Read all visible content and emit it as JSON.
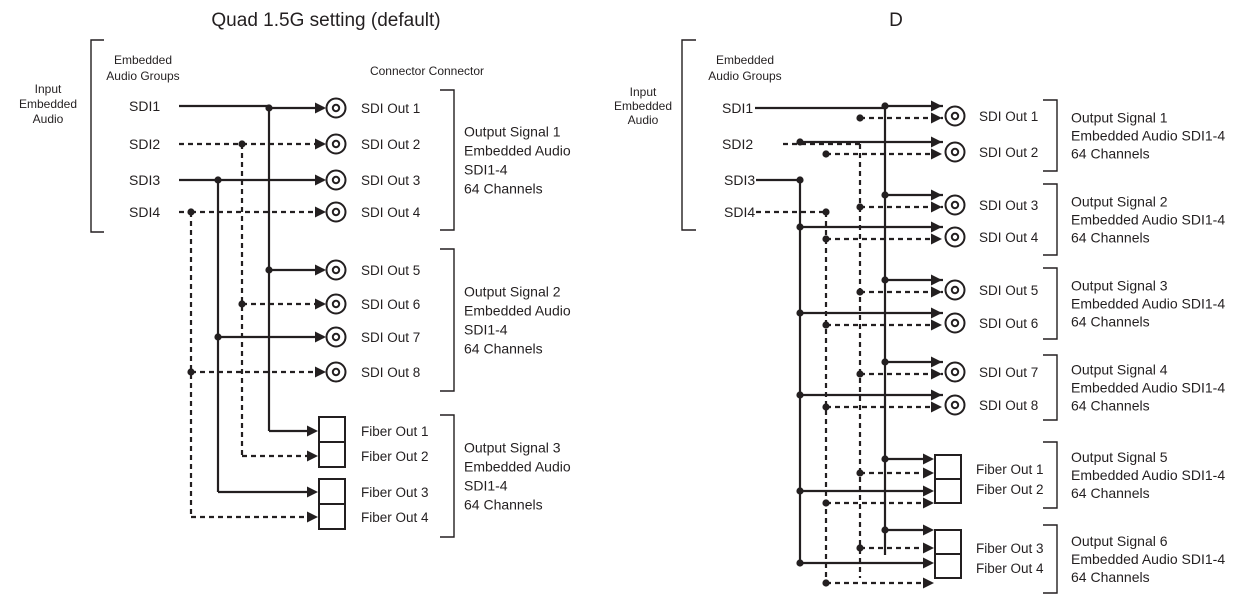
{
  "left_panel": {
    "title": "Quad 1.5G setting (default)",
    "input_label_lines": [
      "Input",
      "Embedded",
      "Audio"
    ],
    "groups_label_lines": [
      "Embedded",
      "Audio Groups"
    ],
    "connector_header": "Connector Connector",
    "sources": [
      "SDI1",
      "SDI2",
      "SDI3",
      "SDI4"
    ],
    "sdi_outputs": [
      "SDI Out 1",
      "SDI Out 2",
      "SDI Out 3",
      "SDI Out 4",
      "SDI Out 5",
      "SDI Out 6",
      "SDI Out 7",
      "SDI Out 8"
    ],
    "fiber_outputs": [
      "Fiber Out 1",
      "Fiber Out 2",
      "Fiber Out 3",
      "Fiber Out 4"
    ],
    "signals": [
      [
        "Output Signal 1",
        "Embedded Audio",
        "SDI1-4",
        "64 Channels"
      ],
      [
        "Output Signal 2",
        "Embedded Audio",
        "SDI1-4",
        "64 Channels"
      ],
      [
        "Output Signal 3",
        "Embedded Audio",
        "SDI1-4",
        "64 Channels"
      ]
    ]
  },
  "right_panel": {
    "title": "D",
    "input_label_lines": [
      "Input",
      "Embedded",
      "Audio"
    ],
    "groups_label_lines": [
      "Embedded",
      "Audio Groups"
    ],
    "sources": [
      "SDI1",
      "SDI2",
      "SDI3",
      "SDI4"
    ],
    "sdi_outputs": [
      "SDI Out 1",
      "SDI Out 2",
      "SDI Out 3",
      "SDI Out 4",
      "SDI Out 5",
      "SDI Out 6",
      "SDI Out 7",
      "SDI Out 8"
    ],
    "fiber_outputs": [
      "Fiber Out 1",
      "Fiber Out 2",
      "Fiber Out 3",
      "Fiber Out 4"
    ],
    "signals": [
      [
        "Output Signal 1",
        "Embedded Audio SDI1-4",
        "64 Channels"
      ],
      [
        "Output Signal 2",
        "Embedded Audio SDI1-4",
        "64 Channels"
      ],
      [
        "Output Signal 3",
        "Embedded Audio SDI1-4",
        "64 Channels"
      ],
      [
        "Output Signal 4",
        "Embedded Audio SDI1-4",
        "64 Channels"
      ],
      [
        "Output Signal 5",
        "Embedded Audio SDI1-4",
        "64 Channels"
      ],
      [
        "Output Signal 6",
        "Embedded Audio SDI1-4",
        "64 Channels"
      ]
    ]
  },
  "line_styles": {
    "SDI1": "solid",
    "SDI2": "dashed",
    "SDI3": "solid",
    "SDI4": "dashed"
  },
  "colors": {
    "ink": "#231f20",
    "background": "#ffffff"
  }
}
